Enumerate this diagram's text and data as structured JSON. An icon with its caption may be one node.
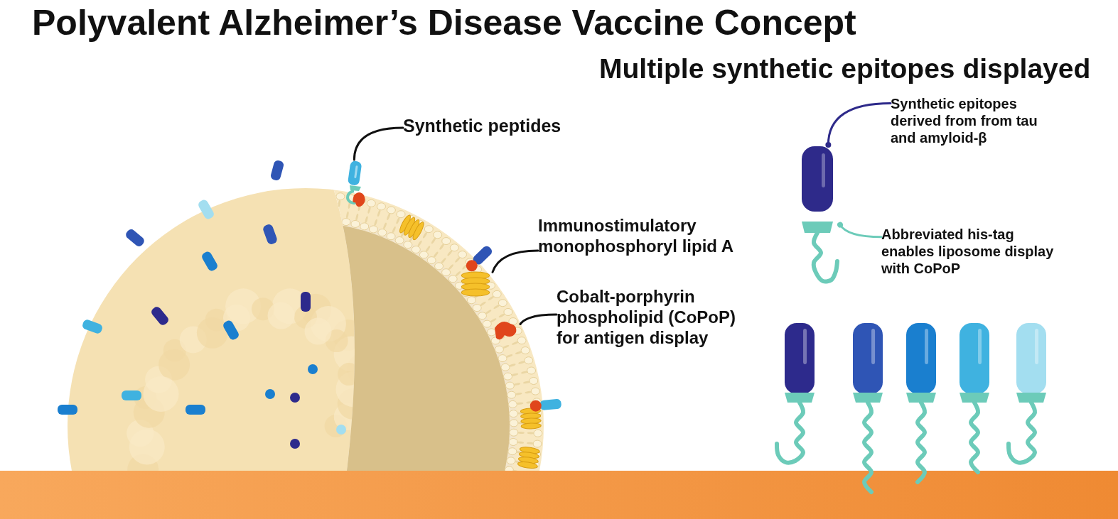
{
  "diagram": {
    "title": "Polyvalent Alzheimer’s Disease Vaccine Concept",
    "nodes": [
      {
        "text": [
          "Synthetic peptides"
        ]
      },
      {
        "text": [],
        "shape": "picture"
      },
      {
        "text": [
          "Immunostimulatory monophosphoryl lipid A"
        ]
      },
      {
        "text": [],
        "shape": "picture"
      },
      {
        "text": [
          "Cobalt-porphyrin phospholipid (CoPoP) for antigen display"
        ]
      },
      {
        "text": [],
        "shape": "picture"
      },
      {
        "text": [
          "Synthetic epitopes derived from from tau and amyloid-β"
        ]
      },
      {
        "text": [],
        "shape": "picture"
      },
      {
        "text": [
          "Abbreviated his-tag enables liposome display with CoPoP"
        ]
      },
      {
        "text": [],
        "shape": "picture"
      }
    ],
    "edges": [
      {
        "from": 0,
        "to": 1,
        "arrow": "none"
      },
      {
        "from": 2,
        "to": 3,
        "arrow": "none"
      },
      {
        "from": 4,
        "to": 5,
        "arrow": "none"
      },
      {
        "from": 6,
        "to": 7,
        "arrow": "other",
        "color": "#2e2a8a"
      },
      {
        "from": 8,
        "to": 9,
        "arrow": "other",
        "color": "#6ccbb9"
      }
    ],
    "labels": [
      "Multiple synthetic epitopes displayed"
    ]
  }
}
